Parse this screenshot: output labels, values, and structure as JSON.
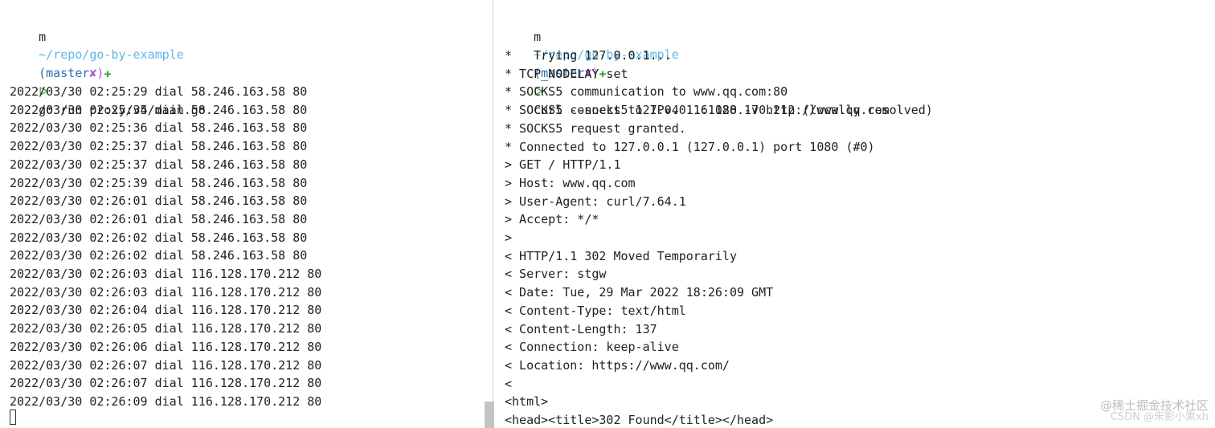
{
  "left_terminal": {
    "prompt": {
      "host": "m",
      "path": "~/repo/go-by-example",
      "branch_open": "(master",
      "dirty_mark": "✘)",
      "plus_mark": "✚",
      "arrow": "ᐅ",
      "command": "go run proxy/v4/main.go"
    },
    "output_lines": [
      "2022/03/30 02:25:29 dial 58.246.163.58 80",
      "2022/03/30 02:25:35 dial 58.246.163.58 80",
      "2022/03/30 02:25:36 dial 58.246.163.58 80",
      "2022/03/30 02:25:37 dial 58.246.163.58 80",
      "2022/03/30 02:25:37 dial 58.246.163.58 80",
      "2022/03/30 02:25:39 dial 58.246.163.58 80",
      "2022/03/30 02:26:01 dial 58.246.163.58 80",
      "2022/03/30 02:26:01 dial 58.246.163.58 80",
      "2022/03/30 02:26:02 dial 58.246.163.58 80",
      "2022/03/30 02:26:02 dial 58.246.163.58 80",
      "2022/03/30 02:26:03 dial 116.128.170.212 80",
      "2022/03/30 02:26:03 dial 116.128.170.212 80",
      "2022/03/30 02:26:04 dial 116.128.170.212 80",
      "2022/03/30 02:26:05 dial 116.128.170.212 80",
      "2022/03/30 02:26:06 dial 116.128.170.212 80",
      "2022/03/30 02:26:07 dial 116.128.170.212 80",
      "2022/03/30 02:26:07 dial 116.128.170.212 80",
      "2022/03/30 02:26:09 dial 116.128.170.212 80"
    ]
  },
  "right_terminal": {
    "prompt": {
      "host": "m",
      "path": "~/repo/go-by-example",
      "branch_open": "(master",
      "dirty_mark": "✘)",
      "plus_mark": "✚",
      "arrow": "ᐅ",
      "command": "curl --socks5 127.0.0.1:1080 -v http://www.qq.com"
    },
    "output_lines": [
      "*   Trying 127.0.0.1...",
      "* TCP_NODELAY set",
      "* SOCKS5 communication to www.qq.com:80",
      "* SOCKS5 connect to IPv4 116.128.170.212 (locally resolved)",
      "* SOCKS5 request granted.",
      "* Connected to 127.0.0.1 (127.0.0.1) port 1080 (#0)",
      "> GET / HTTP/1.1",
      "> Host: www.qq.com",
      "> User-Agent: curl/7.64.1",
      "> Accept: */*",
      ">",
      "< HTTP/1.1 302 Moved Temporarily",
      "< Server: stgw",
      "< Date: Tue, 29 Mar 2022 18:26:09 GMT",
      "< Content-Type: text/html",
      "< Content-Length: 137",
      "< Connection: keep-alive",
      "< Location: https://www.qq.com/",
      "<",
      "<html>",
      "<head><title>302 Found</title></head>"
    ]
  },
  "watermarks": {
    "line1": "@稀土掘金技术社区",
    "line2": "CSDN @宋影小熏xh"
  }
}
